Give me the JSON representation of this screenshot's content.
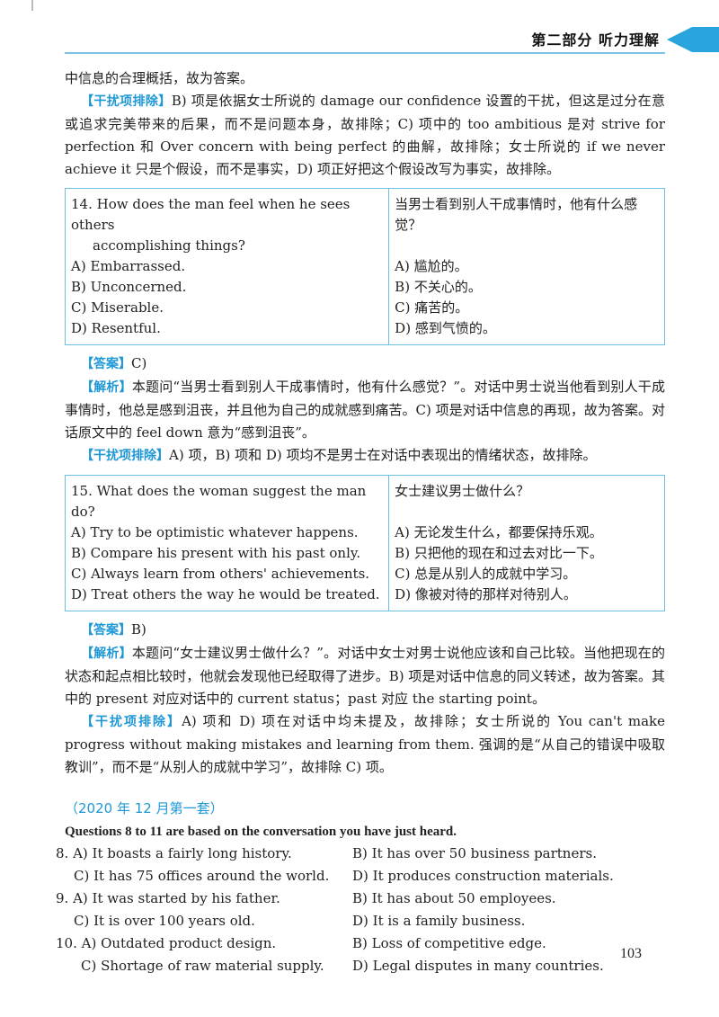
{
  "header": {
    "title": "第二部分  听力理解"
  },
  "p1": "中信息的合理概括，故为答案。",
  "p2": {
    "tag": "【干扰项排除】",
    "text": "B) 项是依据女士所说的 damage our confidence 设置的干扰，但这是过分在意或追求完美带来的后果，而不是问题本身，故排除；C) 项中的 too ambitious 是对 strive for perfection 和 Over concern with being perfect 的曲解，故排除；女士所说的 if we never achieve it 只是个假设，而不是事实，D) 项正好把这个假设改写为事实，故排除。"
  },
  "q14": {
    "question_en": "14. How does the man feel when he sees others",
    "question_en_2": "accomplishing things?",
    "question_zh": "当男士看到别人干成事情时，他有什么感觉？",
    "options": [
      {
        "en": "A) Embarrassed.",
        "zh": "A) 尴尬的。"
      },
      {
        "en": "B) Unconcerned.",
        "zh": "B) 不关心的。"
      },
      {
        "en": "C) Miserable.",
        "zh": "C) 痛苦的。"
      },
      {
        "en": "D) Resentful.",
        "zh": "D) 感到气愤的。"
      }
    ],
    "answer_tag": "【答案】",
    "answer": "C)",
    "analysis_tag": "【解析】",
    "analysis": "本题问“当男士看到别人干成事情时，他有什么感觉？”。对话中男士说当他看到别人干成事情时，他总是感到沮丧，并且他为自己的成就感到痛苦。C) 项是对话中信息的再现，故为答案。对话原文中的 feel down 意为“感到沮丧”。",
    "distractor_tag": "【干扰项排除】",
    "distractor": "A) 项，B) 项和 D) 项均不是男士在对话中表现出的情绪状态，故排除。"
  },
  "q15": {
    "question_en": "15. What does the woman suggest the man do?",
    "question_zh": "女士建议男士做什么？",
    "options": [
      {
        "en": "A) Try to be optimistic whatever happens.",
        "zh": "A) 无论发生什么，都要保持乐观。"
      },
      {
        "en": "B) Compare his present with his past only.",
        "zh": "B) 只把他的现在和过去对比一下。"
      },
      {
        "en": "C) Always learn from others' achievements.",
        "zh": "C) 总是从别人的成就中学习。"
      },
      {
        "en": "D) Treat others the way he would be treated.",
        "zh": "D) 像被对待的那样对待别人。"
      }
    ],
    "answer_tag": "【答案】",
    "answer": "B)",
    "analysis_tag": "【解析】",
    "analysis": "本题问“女士建议男士做什么？”。对话中女士对男士说他应该和自己比较。当他把现在的状态和起点相比较时，他就会发现他已经取得了进步。B) 项是对话中信息的同义转述，故为答案。其中的 present 对应对话中的 current status；past 对应 the starting point。",
    "distractor_tag": "【干扰项排除】",
    "distractor": "A) 项和 D) 项在对话中均未提及，故排除；女士所说的 You can't make progress without making mistakes and learning from them. 强调的是“从自己的错误中吸取教训”，而不是“从别人的成就中学习”，故排除 C) 项。"
  },
  "section": {
    "title": "（2020 年 12 月第一套）",
    "heading": "Questions 8 to 11 are based on the conversation you have just heard.",
    "options": [
      [
        "8. A) It boasts a fairly long history.",
        "B) It has over 50 business partners."
      ],
      [
        "C) It has 75 offices around the world.",
        "D) It produces construction materials."
      ],
      [
        "9. A) It was started by his father.",
        "B) It has about 50 employees."
      ],
      [
        "C) It is over 100 years old.",
        "D) It is a family business."
      ],
      [
        "10. A) Outdated product design.",
        "B) Loss of competitive edge."
      ],
      [
        "C) Shortage of raw material supply.",
        "D) Legal disputes in many countries."
      ]
    ]
  },
  "page_number": "103"
}
